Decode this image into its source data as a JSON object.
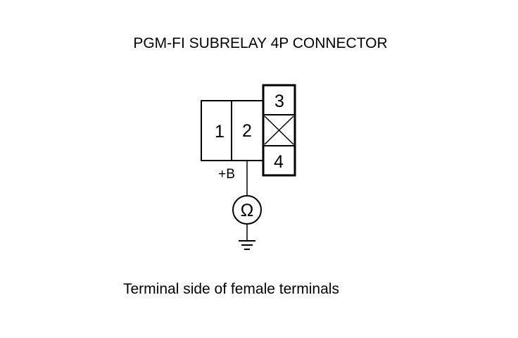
{
  "title": "PGM-FI SUBRELAY 4P CONNECTOR",
  "caption": "Terminal side of female terminals",
  "connector": {
    "terminals": [
      {
        "number": "1"
      },
      {
        "number": "2"
      },
      {
        "number": "3"
      },
      {
        "number": "4"
      }
    ],
    "terminal_2_signal": "+B"
  },
  "meter": {
    "symbol": "Ω"
  },
  "colors": {
    "line": "#000000",
    "background": "#ffffff"
  },
  "icons": [
    "ohmmeter-icon",
    "ground-icon",
    "blocked-cavity-icon"
  ]
}
